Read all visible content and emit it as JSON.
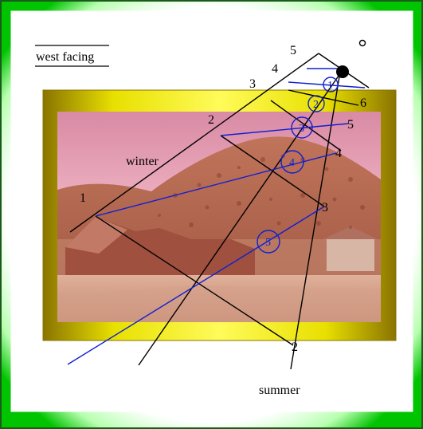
{
  "title": "west facing",
  "season_labels": {
    "winter": "winter",
    "summer": "summer"
  },
  "winter_labels": [
    "1",
    "2",
    "3",
    "4",
    "5"
  ],
  "right_labels": [
    "6",
    "5",
    "4",
    "3",
    "2"
  ],
  "circle_labels": [
    "1",
    "2",
    "3",
    "4",
    "5"
  ],
  "colors": {
    "frame_outer": "#00c800",
    "frame_glow": "#eaffea",
    "photo_frame_gold": "#e6dc00",
    "photo_frame_olive": "#8a7800",
    "sky": "#e9a0b6",
    "hill": "#b46448",
    "lines": "#000000",
    "sun_path": "#1020d0"
  }
}
